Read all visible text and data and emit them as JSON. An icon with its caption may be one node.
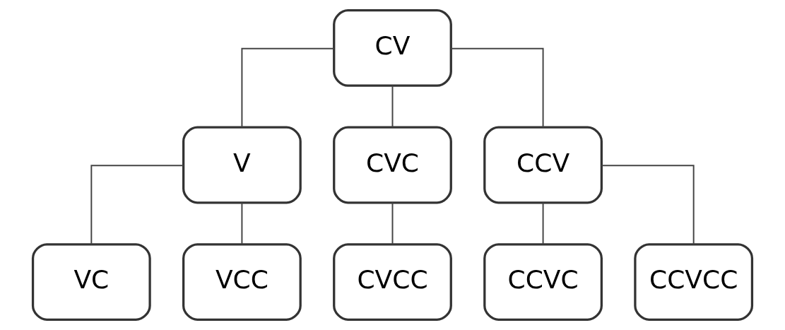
{
  "diagram": {
    "nodes": [
      {
        "text": [
          "CV"
        ]
      },
      {
        "text": [
          "V"
        ]
      },
      {
        "text": [
          "CVC"
        ]
      },
      {
        "text": [
          "CCV"
        ]
      },
      {
        "text": [
          "VC"
        ]
      },
      {
        "text": [
          "VCC"
        ]
      },
      {
        "text": [
          "CVCC"
        ]
      },
      {
        "text": [
          "CCVC"
        ]
      },
      {
        "text": [
          "CCVCC"
        ]
      }
    ],
    "edges": [
      {
        "from": 0,
        "to": 1,
        "arrow": "none"
      },
      {
        "from": 0,
        "to": 2,
        "arrow": "none"
      },
      {
        "from": 0,
        "to": 3,
        "arrow": "none"
      },
      {
        "from": 1,
        "to": 4,
        "arrow": "none"
      },
      {
        "from": 1,
        "to": 5,
        "arrow": "none"
      },
      {
        "from": 2,
        "to": 6,
        "arrow": "none"
      },
      {
        "from": 3,
        "to": 7,
        "arrow": "none"
      },
      {
        "from": 3,
        "to": 8,
        "arrow": "none"
      }
    ]
  }
}
